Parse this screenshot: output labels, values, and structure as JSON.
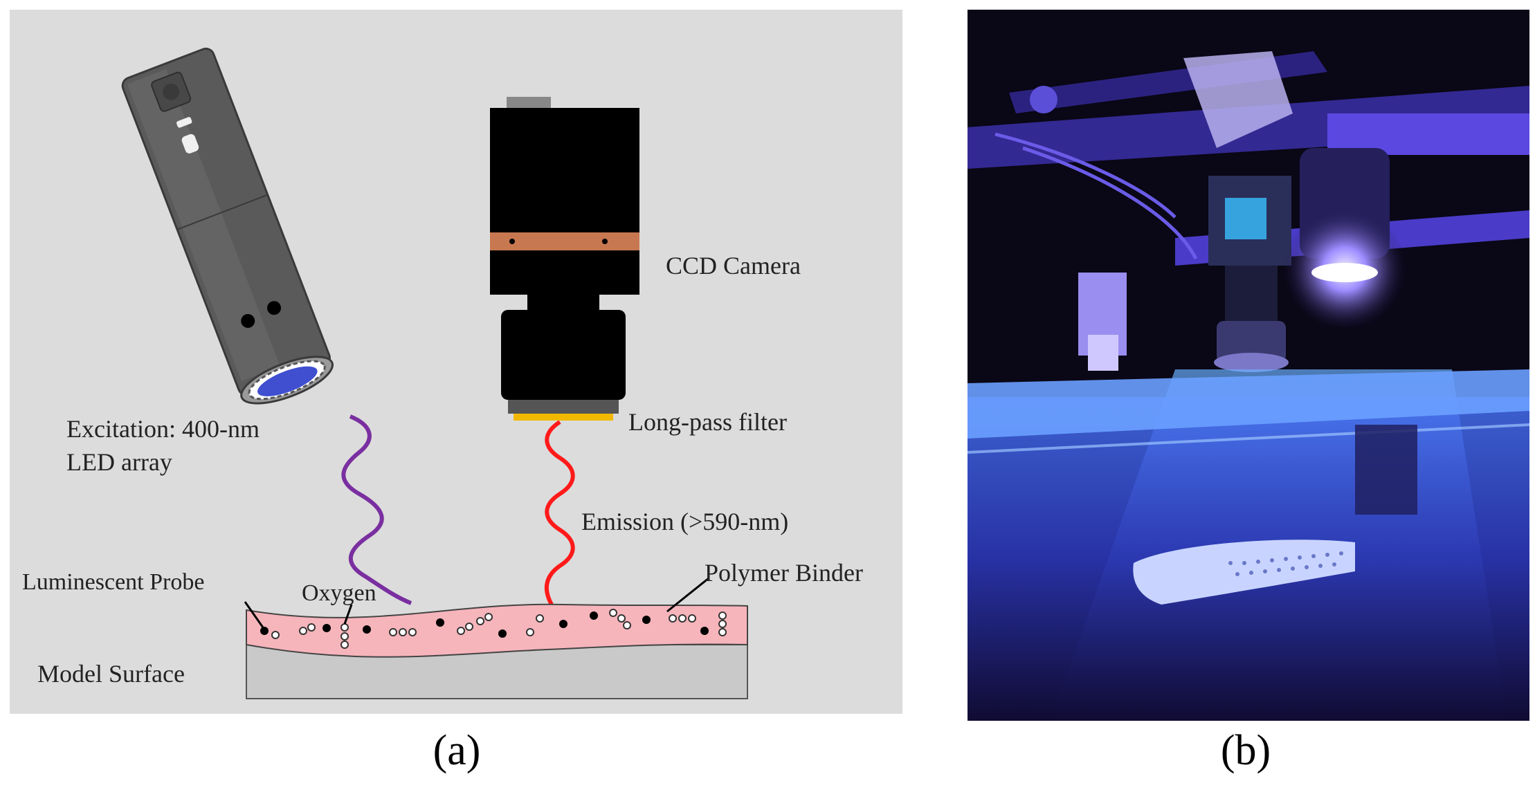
{
  "panel_a": {
    "labels": {
      "camera": "CCD Camera",
      "filter": "Long-pass filter",
      "excitation_line1": "Excitation: 400-nm",
      "excitation_line2": "LED array",
      "emission": "Emission (>590-nm)",
      "probe": "Luminescent Probe",
      "oxygen": "Oxygen",
      "binder": "Polymer Binder",
      "surface": "Model Surface"
    },
    "colors": {
      "background": "#dcdcdc",
      "led_body": "#5a5a5a",
      "led_lens": "#3f4fd0",
      "camera_body": "#000000",
      "camera_band": "#c87850",
      "filter": "#f2b800",
      "excitation_wave": "#7a2fa0",
      "emission_wave": "#ff1a1a",
      "binder": "#f6b5bb",
      "surface": "#c9c9c9"
    },
    "caption": "(a)"
  },
  "panel_b": {
    "caption": "(b)",
    "colors": {
      "background": "#0a0716",
      "uv_glow": "#6a5cff",
      "tank_glow": "#3a66ff"
    }
  }
}
